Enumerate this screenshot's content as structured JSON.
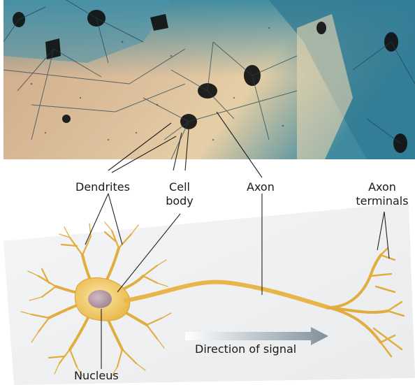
{
  "labels": {
    "dendrites": "Dendrites",
    "cell_body": "Cell body",
    "axon": "Axon",
    "axon_terminals": "Axon terminals",
    "nucleus": "Nucleus",
    "direction": "Direction of signal"
  },
  "colors": {
    "neuron_fill": "#f0c658",
    "neuron_edge": "#c9962a",
    "nucleus": "#b49aa6",
    "stain_blue": "#2f7a93",
    "tissue_tan": "#d8b48c",
    "arrow": "#8a9aa6"
  }
}
